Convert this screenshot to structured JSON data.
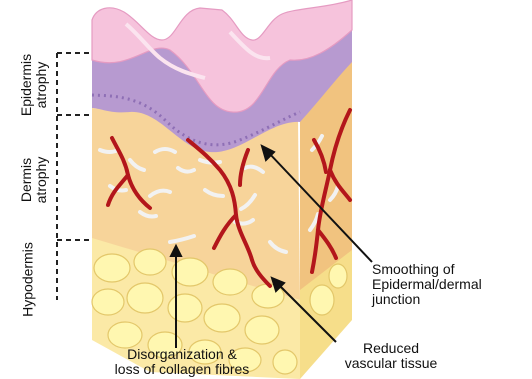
{
  "layers": {
    "epidermis": {
      "line1": "Epidermis",
      "line2": "atrophy"
    },
    "dermis": {
      "line1": "Dermis",
      "line2": "atrophy"
    },
    "hypodermis": {
      "line1": "Hypodermis"
    }
  },
  "callouts": {
    "junction": {
      "line1": "Smoothing of",
      "line2": "Epidermal/dermal",
      "line3": "junction"
    },
    "vascular": {
      "line1": "Reduced",
      "line2": "vascular tissue"
    },
    "collagen": {
      "line1": "Disorganization &",
      "line2": "loss of collagen fibres"
    }
  },
  "colors": {
    "epidermis_top": "#f6c3dc",
    "epidermis_layer": "#b79ad0",
    "dermis": "#f7d49a",
    "hypodermis": "#fbe9a6",
    "fat_cells": "#fff7b0",
    "vessels": "#b3161b",
    "collagen": "#f2f2f2"
  }
}
